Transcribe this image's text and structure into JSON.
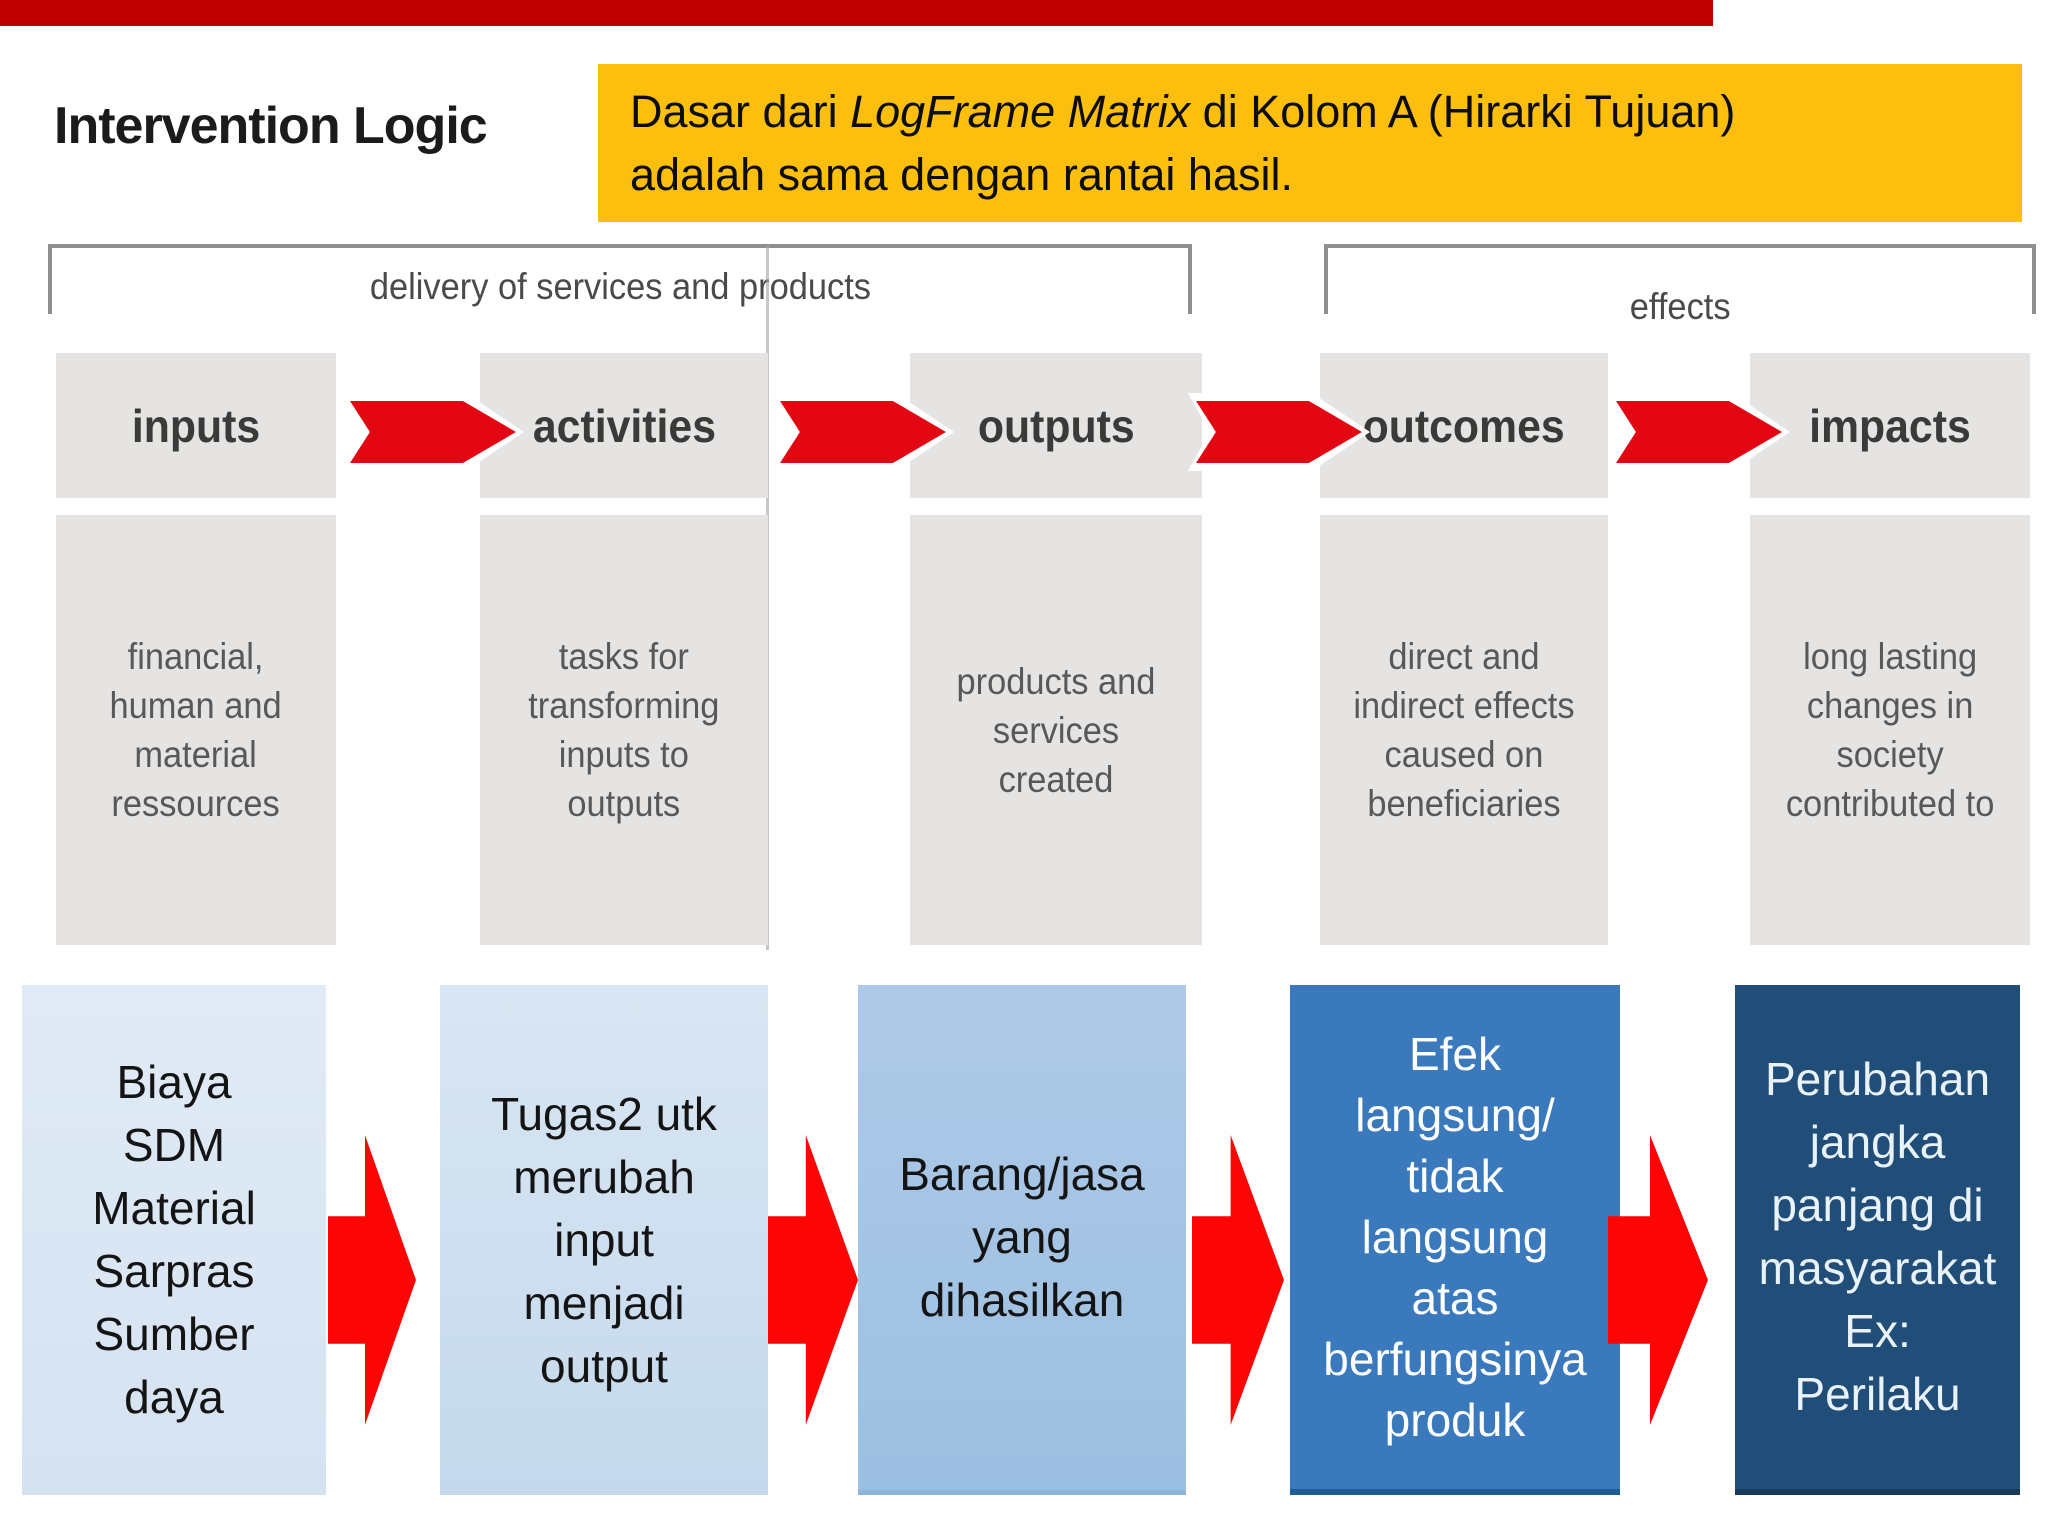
{
  "title": "Intervention Logic",
  "callout": {
    "line1_prefix": "Dasar dari ",
    "line1_italic": "LogFrame Matrix",
    "line1_suffix": " di Kolom A (Hirarki Tujuan)",
    "line2": "adalah sama dengan rantai hasil."
  },
  "brackets": [
    {
      "label": "delivery of services and products"
    },
    {
      "label": "effects"
    }
  ],
  "chain": [
    {
      "header": "inputs",
      "description": "financial,\nhuman and\nmaterial\nressources",
      "bottom": "Biaya\nSDM\nMaterial\nSarpras\nSumber\ndaya"
    },
    {
      "header": "activities",
      "description": "tasks for\ntransforming\ninputs to\noutputs",
      "bottom": "Tugas2 utk\nmerubah\ninput\nmenjadi\noutput"
    },
    {
      "header": "outputs",
      "description": "products and\nservices\ncreated",
      "bottom": "Barang/jasa\nyang\ndihasilkan"
    },
    {
      "header": "outcomes",
      "description": "direct and\nindirect effects\ncaused on\nbeneficiaries",
      "bottom": "Efek\nlangsung/\ntidak\nlangsung\natas\nberfungsinya\nproduk"
    },
    {
      "header": "impacts",
      "description": "long lasting\nchanges in\nsociety\ncontributed to",
      "bottom": "Perubahan\njangka\npanjang di\nmasyarakat\nEx:\nPerilaku"
    }
  ],
  "colors": {
    "top_bar": "#c00000",
    "callout_bg": "#fcbf0e",
    "gray_box": "#e5e4e3",
    "chevron_red": "#e30613",
    "big_arrow_red": "#fb0505",
    "bottom_box_1": "#dce8f5",
    "bottom_box_2": "#cfdfee",
    "bottom_box_3": "#a5c5e5",
    "bottom_box_4": "#3a79bc",
    "bottom_box_5": "#204e79"
  }
}
